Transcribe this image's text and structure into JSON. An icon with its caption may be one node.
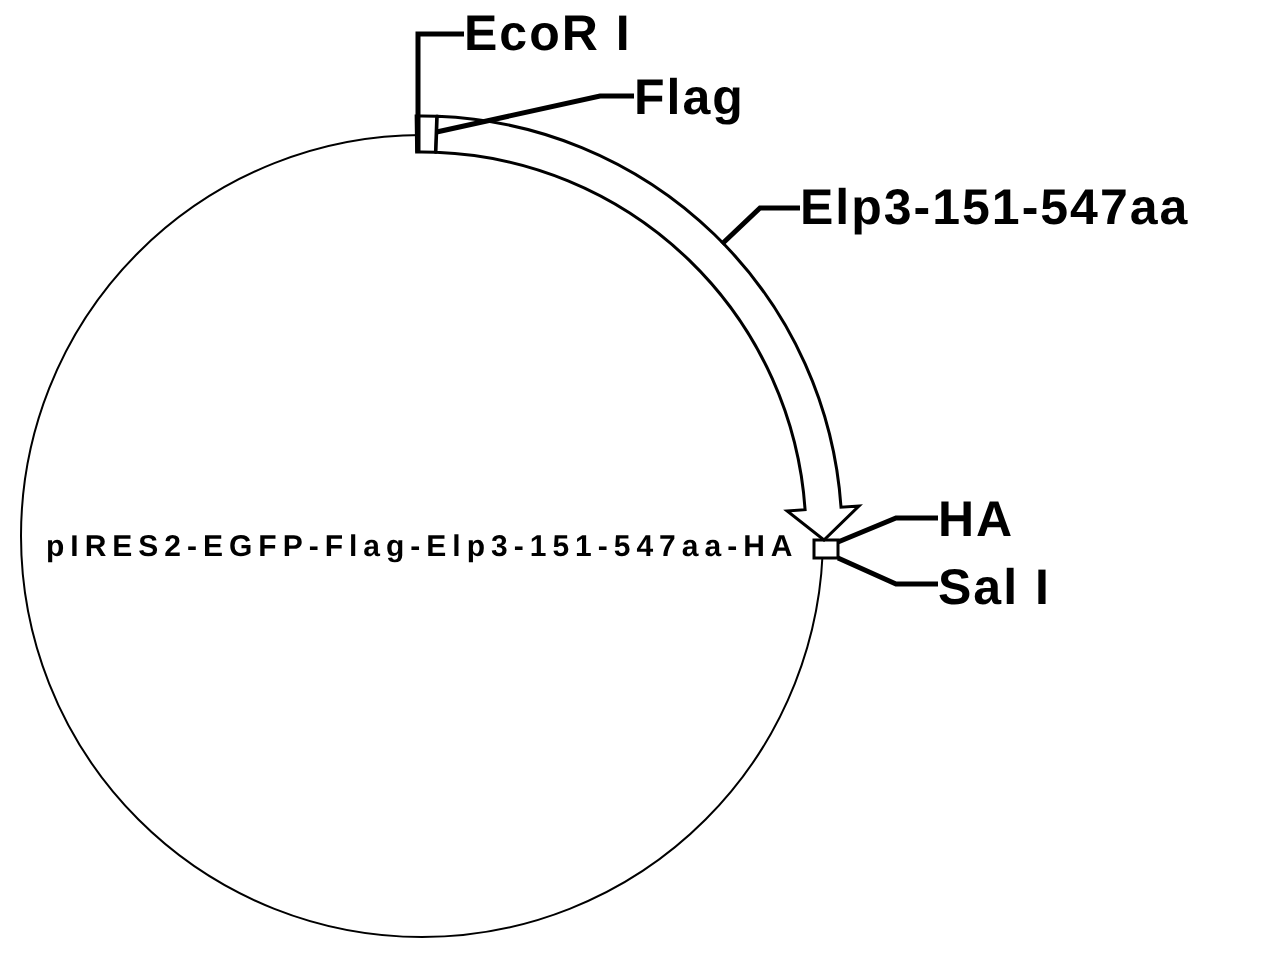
{
  "diagram": {
    "nodes": [
      {
        "text": [
          "pIRES2-EGFP-Flag-Elp3-151-547aa-HA"
        ]
      },
      {
        "text": [
          "EcoR I"
        ]
      },
      {
        "text": [
          "Flag"
        ]
      },
      {
        "text": [],
        "shape": "box"
      },
      {
        "text": [
          "Elp3-151-547aa"
        ]
      },
      {
        "text": [
          "HA"
        ]
      },
      {
        "text": [],
        "shape": "box"
      },
      {
        "text": [
          "Sal I"
        ]
      }
    ],
    "edges": [
      {
        "from": 1,
        "to": 3,
        "arrow": "none"
      },
      {
        "from": 2,
        "to": 3,
        "arrow": "none"
      },
      {
        "from": 4,
        "to": 0,
        "arrow": "none"
      },
      {
        "from": 5,
        "to": 6,
        "arrow": "none"
      },
      {
        "from": 7,
        "to": 6,
        "arrow": "none"
      },
      {
        "from": 3,
        "to": 6,
        "arrow": "to",
        "style": "thick"
      }
    ]
  }
}
